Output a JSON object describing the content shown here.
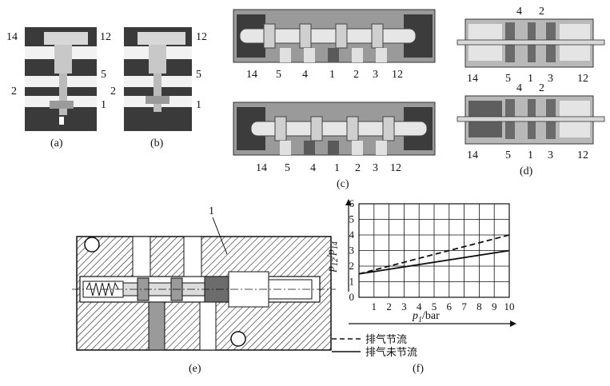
{
  "captions": {
    "a": "(a)",
    "b": "(b)",
    "c": "(c)",
    "d": "(d)",
    "e": "(e)",
    "f": "(f)"
  },
  "ports": {
    "a": {
      "left_top": "14",
      "right_top": "12",
      "right_mid": "5",
      "left_mid": "2",
      "right_low": "1"
    },
    "b": {
      "right_top": "12",
      "left_mid": "2",
      "right_mid": "5",
      "right_low": "1"
    },
    "c_row": [
      "14",
      "5",
      "4",
      "1",
      "2",
      "3",
      "12"
    ],
    "d_top": {
      "p4": "4",
      "p2": "2",
      "row": [
        "14",
        "5",
        "1",
        "3",
        "12"
      ]
    },
    "d_bot": {
      "p4": "4",
      "p2": "2",
      "row": [
        "14",
        "5",
        "1",
        "3",
        "12"
      ]
    },
    "e_label": "1"
  },
  "chart_data": {
    "type": "line",
    "x": [
      0,
      10
    ],
    "xlim": [
      0,
      10
    ],
    "ylim": [
      0,
      6
    ],
    "xticks": [
      "1",
      "2",
      "3",
      "4",
      "5",
      "6",
      "7",
      "8",
      "9",
      "10"
    ],
    "yticks": [
      "0",
      "1",
      "2",
      "3",
      "4",
      "5",
      "6"
    ],
    "xlabel_var": "p",
    "xlabel_sub": "1",
    "xlabel_unit": "/bar",
    "ylabel_a": "p",
    "ylabel_a_sub": "12",
    "ylabel_sep": "/",
    "ylabel_b": "p",
    "ylabel_b_sub": "14",
    "series": [
      {
        "name": "排气节流",
        "style": "dashed",
        "x": [
          0,
          10
        ],
        "values": [
          1.5,
          4.0
        ]
      },
      {
        "name": "排气未节流",
        "style": "solid",
        "x": [
          0,
          10
        ],
        "values": [
          1.5,
          3.0
        ]
      }
    ]
  }
}
